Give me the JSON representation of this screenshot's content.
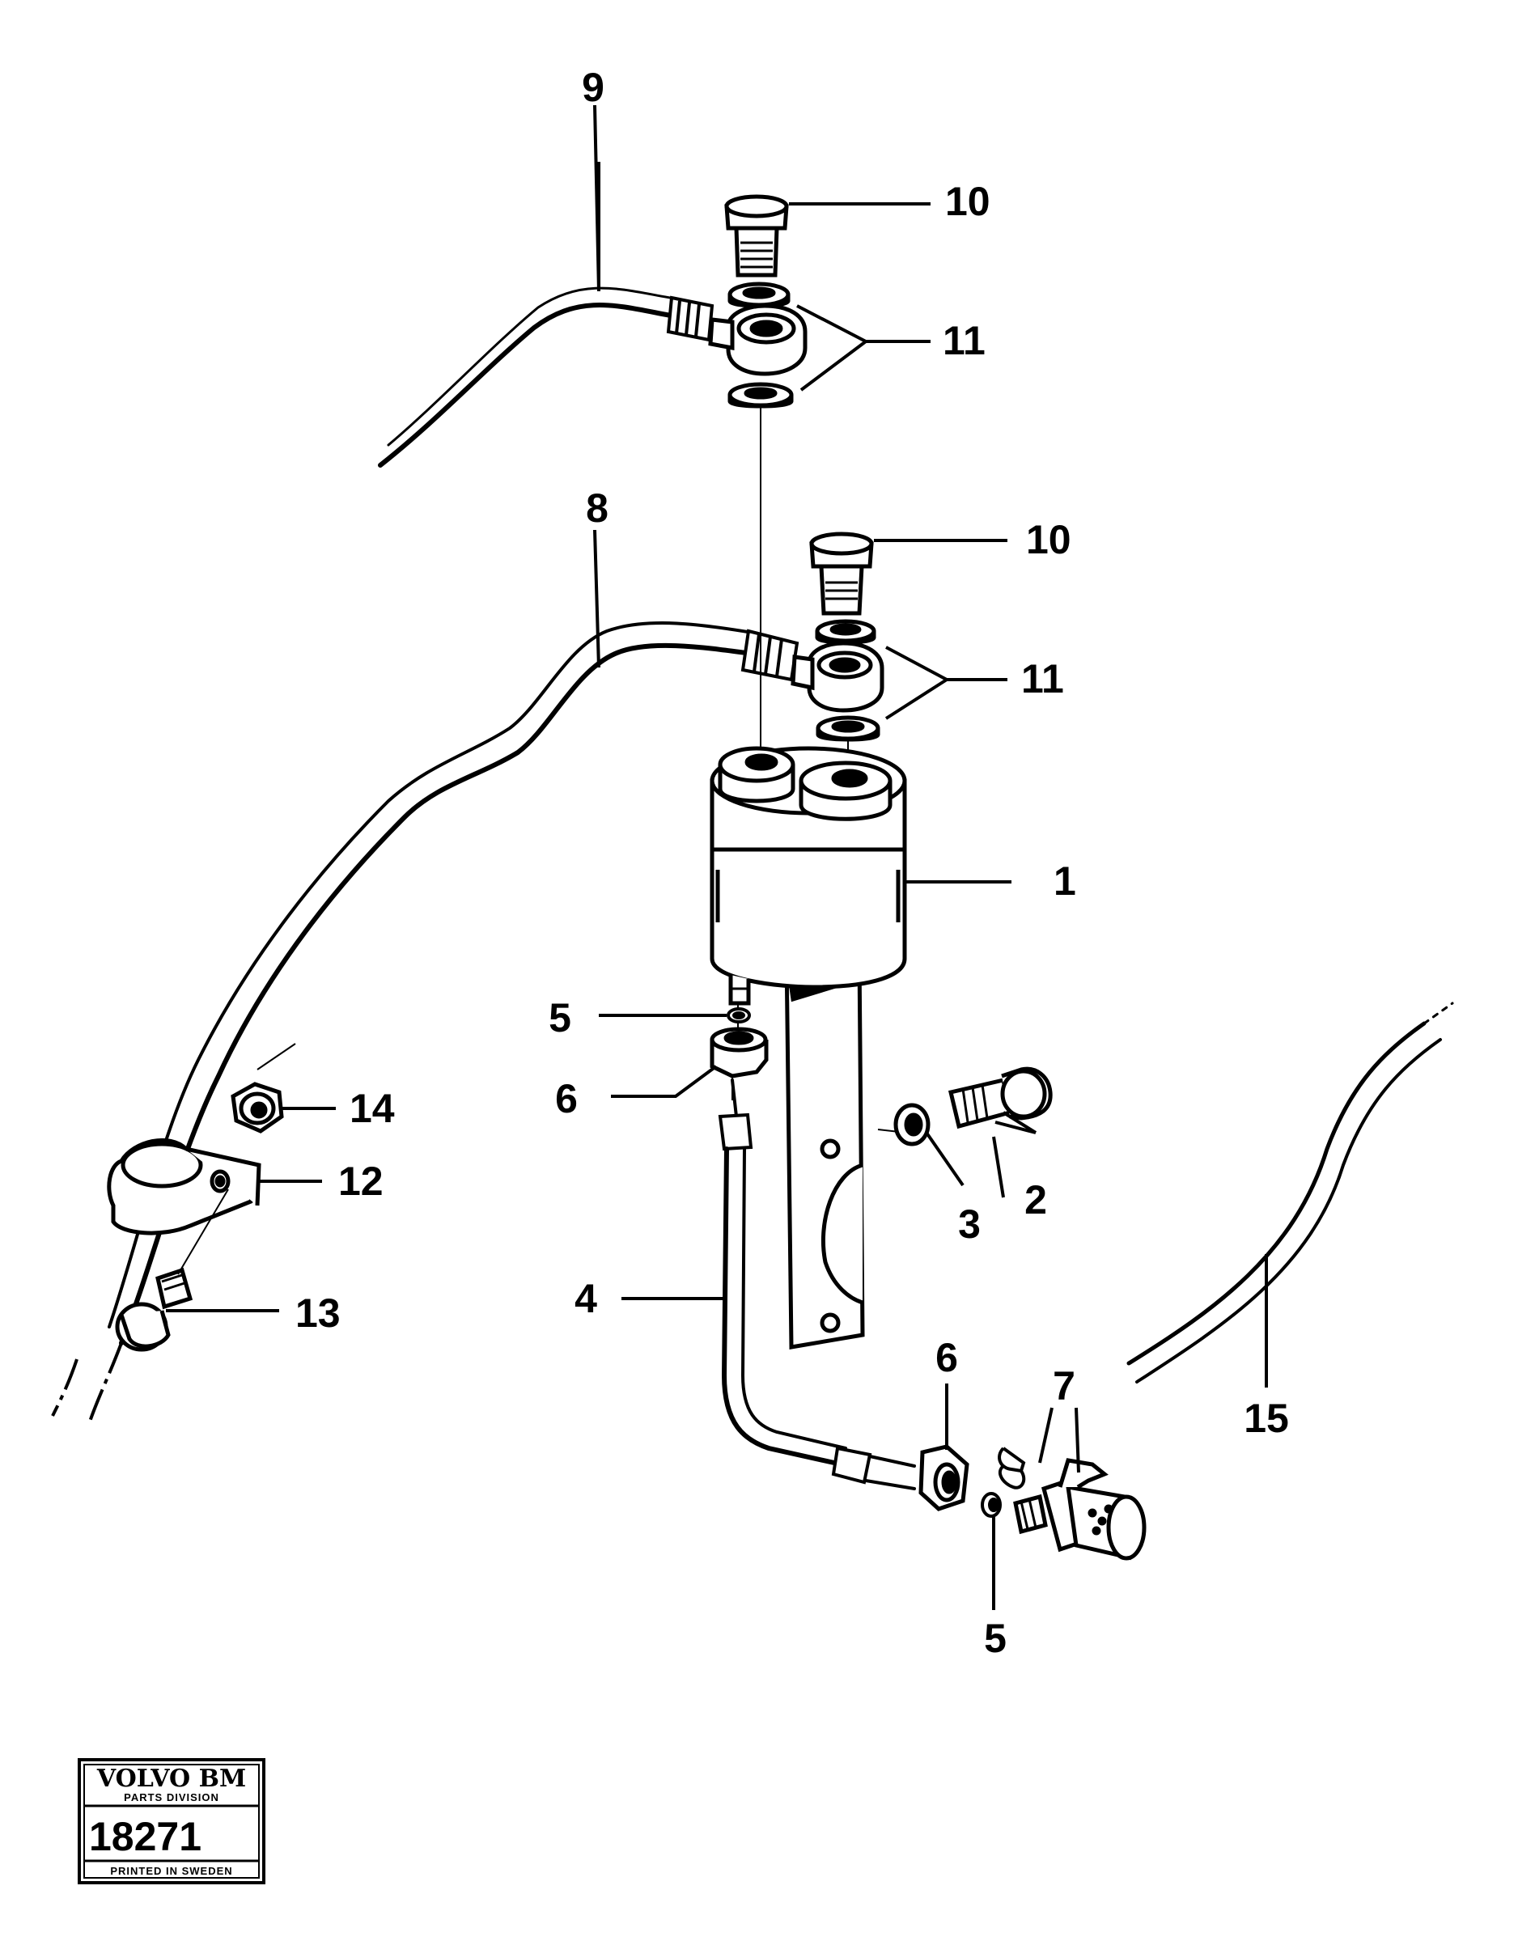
{
  "diagram": {
    "callouts": {
      "c1": "1",
      "c2": "2",
      "c3": "3",
      "c4": "4",
      "c5a": "5",
      "c5b": "5",
      "c6a": "6",
      "c6b": "6",
      "c7": "7",
      "c8": "8",
      "c9": "9",
      "c10a": "10",
      "c10b": "10",
      "c11a": "11",
      "c11b": "11",
      "c12": "12",
      "c13": "13",
      "c14": "14",
      "c15": "15"
    }
  },
  "stamp": {
    "brand": "VOLVO BM",
    "division": "PARTS DIVISION",
    "number": "18271",
    "printed": "PRINTED IN SWEDEN"
  }
}
